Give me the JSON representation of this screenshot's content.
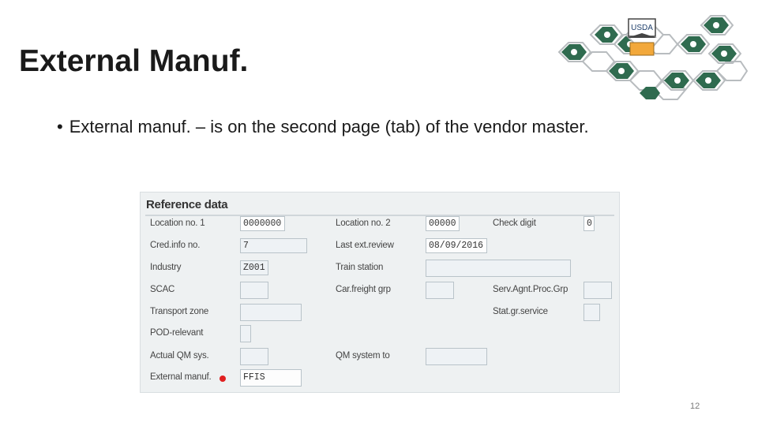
{
  "slide": {
    "title": "External Manuf.",
    "bullet": "External manuf. – is on the second page (tab) of the vendor master.",
    "page_number": "12",
    "logo_text": "USDA"
  },
  "reference_data": {
    "header": "Reference data",
    "fields": {
      "location_no_1": {
        "label": "Location no. 1",
        "value": "0000000"
      },
      "location_no_2": {
        "label": "Location no. 2",
        "value": "00000"
      },
      "check_digit": {
        "label": "Check digit",
        "value": "0"
      },
      "cred_info_no": {
        "label": "Cred.info no.",
        "value": "7"
      },
      "last_ext_review": {
        "label": "Last ext.review",
        "value": "08/09/2016"
      },
      "industry": {
        "label": "Industry",
        "value": "Z001"
      },
      "train_station": {
        "label": "Train station",
        "value": ""
      },
      "scac": {
        "label": "SCAC",
        "value": ""
      },
      "car_freight_grp": {
        "label": "Car.freight grp",
        "value": ""
      },
      "serv_agnt_proc_grp": {
        "label": "Serv.Agnt.Proc.Grp",
        "value": ""
      },
      "transport_zone": {
        "label": "Transport zone",
        "value": ""
      },
      "stat_gr_service": {
        "label": "Stat.gr.service",
        "value": ""
      },
      "pod_relevant": {
        "label": "POD-relevant",
        "value": ""
      },
      "actual_qm_sys": {
        "label": "Actual QM sys.",
        "value": ""
      },
      "qm_system_to": {
        "label": "QM system to",
        "value": ""
      },
      "external_manuf": {
        "label": "External manuf.",
        "value": "FFIS"
      }
    }
  },
  "colors": {
    "logo_green": "#2f6b4f",
    "required_marker": "#e02020",
    "panel_bg": "#eef1f2"
  }
}
